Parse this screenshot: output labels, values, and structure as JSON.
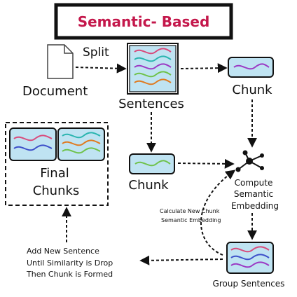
{
  "title": "Semantic- Based",
  "labels": {
    "split": "Split",
    "document": "Document",
    "sentences": "Sentences",
    "chunk_top": "Chunk",
    "chunk_mid": "Chunk",
    "final_line1": "Final",
    "final_line2": "Chunks",
    "compute_line1": "Compute",
    "compute_line2": "Semantic",
    "compute_line3": "Embedding",
    "calc_line1": "Calculate New Chunk",
    "calc_line2": "Semantic Embedding",
    "add_line1": "Add New Sentence",
    "add_line2": "Until Similarity is Drop",
    "add_line3": "Then Chunk is Formed",
    "group": "Group Sentences"
  },
  "colors": {
    "title_border": "#111111",
    "title_text": "#c4174b",
    "box_fill": "#bfe3f2",
    "line_colors": [
      "#2bb5b0",
      "#d94a7b",
      "#3d4fc9",
      "#6fc24a",
      "#e07a1f",
      "#9b39c4"
    ]
  },
  "icons": {
    "document": "document-icon",
    "embedding": "network-node-icon"
  }
}
